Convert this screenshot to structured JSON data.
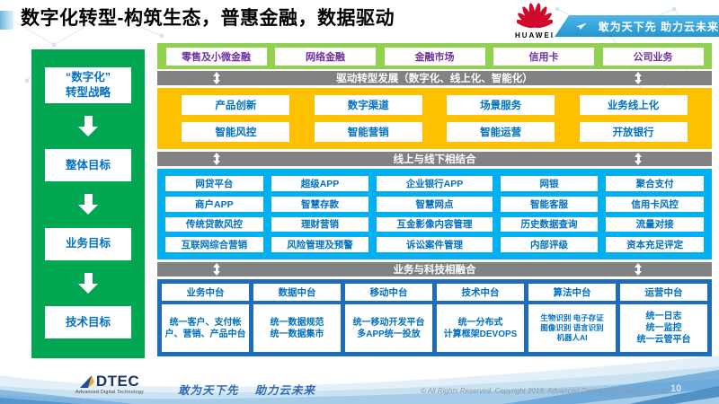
{
  "header": {
    "title": "数字化转型-构筑生态，普惠金融，数据驱动",
    "huawei_logo_text": "HUAWEI",
    "ribbon_text": "敢为天下先 助力云未来"
  },
  "sidebar": {
    "items": [
      "“数字化”\n转型战略",
      "整体目标",
      "业务目标",
      "技术目标"
    ]
  },
  "main": {
    "business_lines": [
      "零售及小微金融",
      "网络金融",
      "金融市场",
      "信用卡",
      "公司业务"
    ],
    "bars": [
      "驱动转型发展（数字化、线上化、智能化）",
      "线上与线下相结合",
      "业务与科技相融合"
    ],
    "capabilities": [
      [
        "产品创新",
        "数字渠道",
        "场景服务",
        "业务线上化"
      ],
      [
        "智能风控",
        "智能营销",
        "智能运营",
        "开放银行"
      ]
    ],
    "platforms": [
      [
        "网贷平台",
        "超级APP",
        "企业银行APP",
        "网银",
        "聚合支付"
      ],
      [
        "商户APP",
        "智慧存款",
        "智慧网点",
        "智能客服",
        "信用卡风控"
      ],
      [
        "传统贷款风控",
        "理财营销",
        "互金影像内容管理",
        "历史数据查询",
        "流量对接"
      ],
      [
        "互联网综合营销",
        "风险管理及预警",
        "诉讼案件管理",
        "内部评级",
        "资本充足评定"
      ]
    ],
    "mid_platforms": [
      {
        "title": "业务中台",
        "desc": "统一客户、支付帐户、营销、产品中台"
      },
      {
        "title": "数据中台",
        "desc": "统一数据规范\n统一数据集市"
      },
      {
        "title": "移动中台",
        "desc": "统一移动开发平台\n多APP统一投放"
      },
      {
        "title": "技术中台",
        "desc": "统一分布式\n计算框架DEVOPS"
      },
      {
        "title": "算法中台",
        "desc": "生物识别 电子存证\n图像识别 语言识别\n机器人AI"
      },
      {
        "title": "运营中台",
        "desc": "统一日志\n统一监控\n统一云管平台"
      }
    ]
  },
  "footer": {
    "logo_text": "DTEC",
    "logo_sub": "Advanced Digital Technology",
    "slogan": "敢为天下先　 助力云未来",
    "copyright": "© All Rights Reserved. Copyright 2019. Advanced Digital Technology CO.,Ltd",
    "page": "10"
  },
  "colors": {
    "sidebar_green": "#00a650",
    "business_row_green": "#92d050",
    "capability_yellow": "#ffc000",
    "platform_light_blue": "#00b0f0",
    "mid_platform_dark_blue": "#1e6cc0",
    "bar_gray": "#828282",
    "box_text_blue": "#0070c0",
    "business_text_purple": "#7030a0",
    "huawei_red": "#cf0a2c",
    "ribbon_blue": "#2e9fd8"
  }
}
